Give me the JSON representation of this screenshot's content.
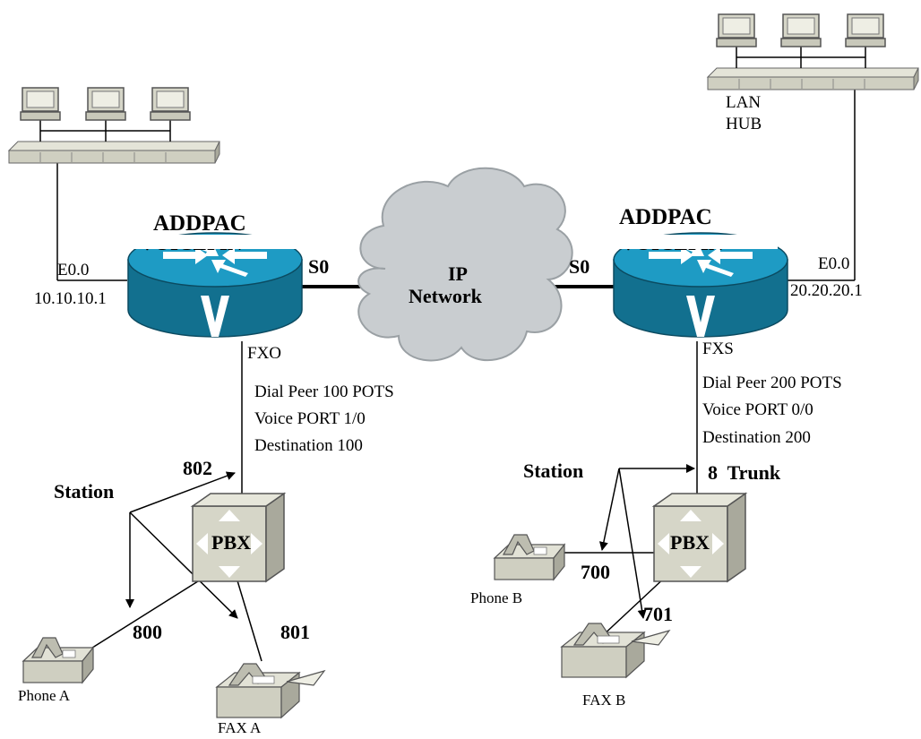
{
  "left_site": {
    "router_label": "ADDPAC",
    "router_sublabel": "VOICEFIN",
    "ethernet_port": "E0.0",
    "ip": "10.10.10.1",
    "serial_port": "S0",
    "voice_port_type": "FXO",
    "dial_peer": "Dial Peer 100 POTS",
    "voice_port": "Voice PORT 1/0",
    "destination": "Destination 100",
    "station_label": "Station",
    "pbx_label": "PBX",
    "ext_top": "802",
    "ext_phone": "800",
    "ext_fax": "801",
    "phone_label": "Phone A",
    "fax_label": "FAX A"
  },
  "right_site": {
    "router_label": "ADDPAC",
    "router_sublabel": "VOICEFIN",
    "ethernet_port": "E0.0",
    "ip": "20.20.20.1",
    "serial_port": "S0",
    "voice_port_type": "FXS",
    "dial_peer": "Dial Peer 200 POTS",
    "voice_port": "Voice PORT 0/0",
    "destination": "Destination 200",
    "station_label": "Station",
    "trunk_label": "8  Trunk",
    "pbx_label": "PBX",
    "ext_phone": "700",
    "ext_fax": "701",
    "phone_label": "Phone B",
    "fax_label": "FAX B",
    "hub_label_1": "LAN",
    "hub_label_2": "HUB"
  },
  "cloud": {
    "line1": "IP",
    "line2": "Network"
  },
  "colors": {
    "router_blue": "#1e9bc4",
    "router_dark": "#12708f",
    "device_gray": "#d6d6c8",
    "cloud_gray": "#c9cdd0"
  }
}
